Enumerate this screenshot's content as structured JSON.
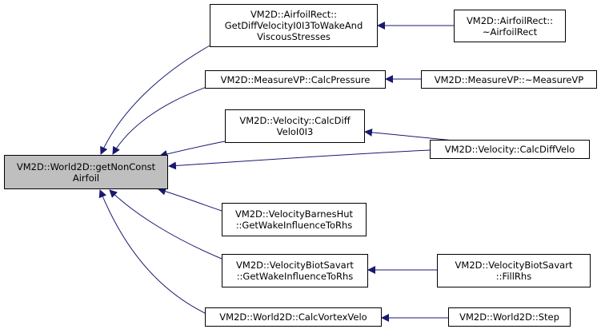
{
  "diagram": {
    "type": "caller-graph",
    "edge_color": "#191970",
    "root_fill": "#bfbfbf",
    "nodes": {
      "root": [
        "VM2D::World2D::getNonConst",
        "Airfoil"
      ],
      "airfoilrect_getdiff": [
        "VM2D::AirfoilRect::",
        "GetDiffVelocityI0I3ToWakeAnd",
        "ViscousStresses"
      ],
      "airfoilrect_dtor": [
        "VM2D::AirfoilRect::",
        "~AirfoilRect"
      ],
      "measurevp_calcpressure": [
        "VM2D::MeasureVP::CalcPressure"
      ],
      "measurevp_dtor": [
        "VM2D::MeasureVP::~MeasureVP"
      ],
      "velocity_calcdiffveloi0i3": [
        "VM2D::Velocity::CalcDiff",
        "VeloI0I3"
      ],
      "velocity_calcdiffvelo": [
        "VM2D::Velocity::CalcDiffVelo"
      ],
      "barneshut_getwake": [
        "VM2D::VelocityBarnesHut",
        "::GetWakeInfluenceToRhs"
      ],
      "biotsavart_getwake": [
        "VM2D::VelocityBiotSavart",
        "::GetWakeInfluenceToRhs"
      ],
      "biotsavart_fillrhs": [
        "VM2D::VelocityBiotSavart",
        "::FillRhs"
      ],
      "world2d_calcvortexvelo": [
        "VM2D::World2D::CalcVortexVelo"
      ],
      "world2d_step": [
        "VM2D::World2D::Step"
      ]
    },
    "edges": [
      {
        "from": "airfoilrect_getdiff",
        "to": "root"
      },
      {
        "from": "measurevp_calcpressure",
        "to": "root"
      },
      {
        "from": "velocity_calcdiffveloi0i3",
        "to": "root"
      },
      {
        "from": "velocity_calcdiffvelo",
        "to": "root"
      },
      {
        "from": "barneshut_getwake",
        "to": "root"
      },
      {
        "from": "biotsavart_getwake",
        "to": "root"
      },
      {
        "from": "world2d_calcvortexvelo",
        "to": "root"
      },
      {
        "from": "airfoilrect_dtor",
        "to": "airfoilrect_getdiff"
      },
      {
        "from": "measurevp_dtor",
        "to": "measurevp_calcpressure"
      },
      {
        "from": "velocity_calcdiffvelo",
        "to": "velocity_calcdiffveloi0i3"
      },
      {
        "from": "biotsavart_fillrhs",
        "to": "biotsavart_getwake"
      },
      {
        "from": "world2d_step",
        "to": "world2d_calcvortexvelo"
      }
    ]
  }
}
